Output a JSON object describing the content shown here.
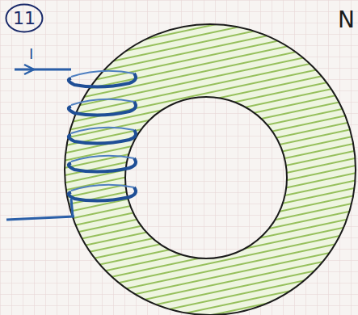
{
  "diagram": {
    "nodes": [
      {
        "text": [
          "11"
        ]
      }
    ],
    "labels": [
      "I",
      "N"
    ]
  }
}
